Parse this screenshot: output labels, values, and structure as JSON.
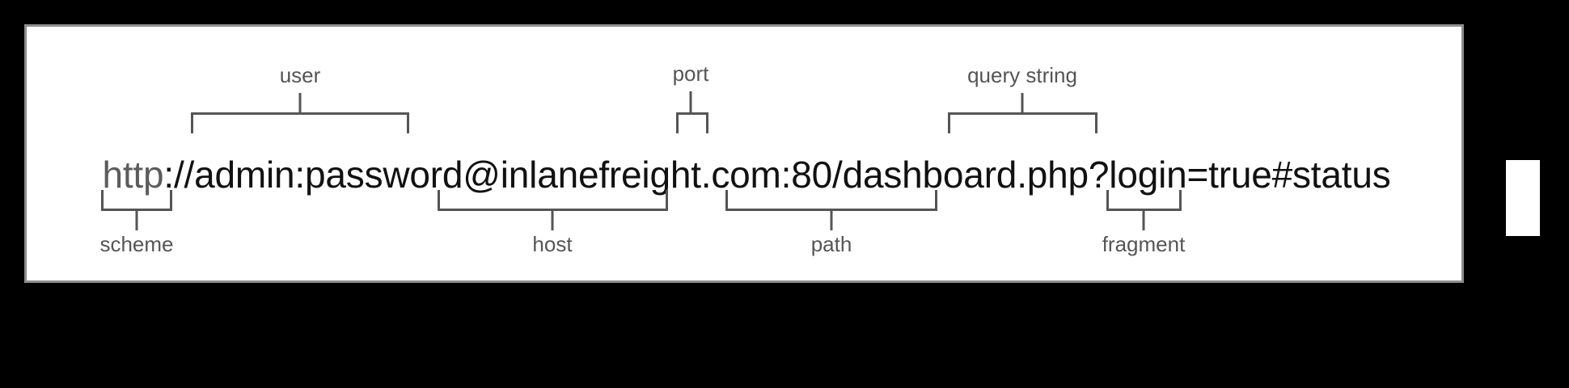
{
  "canvas": {
    "background": "#000000",
    "card_background": "#ffffff",
    "card_border_color": "#8c8c8c",
    "line_color": "#555555",
    "label_color": "#555555",
    "url_color": "#111111",
    "scheme_text_color": "#5c5c5c"
  },
  "url": {
    "full": "http://admin:password@inlanefreight.com:80/dashboard.php?login=true#status",
    "segments": {
      "scheme": "http",
      "separator": "://",
      "user": "admin",
      "user_pass_separator": ":",
      "password": "password",
      "at": "@",
      "host": "inlanefreight.com",
      "port_separator": ":",
      "port": "80",
      "path": "/dashboard.php",
      "query_string": "?login=true",
      "fragment": "#status"
    },
    "prefix_part": "http",
    "rest_part": "://admin:password@inlanefreight.com:80/dashboard.php?login=true#status"
  },
  "annotations": {
    "above": [
      {
        "id": "user",
        "label": "user"
      },
      {
        "id": "port",
        "label": "port"
      },
      {
        "id": "query-string",
        "label": "query string"
      }
    ],
    "below": [
      {
        "id": "scheme",
        "label": "scheme"
      },
      {
        "id": "host",
        "label": "host"
      },
      {
        "id": "path",
        "label": "path"
      },
      {
        "id": "fragment",
        "label": "fragment"
      }
    ]
  }
}
